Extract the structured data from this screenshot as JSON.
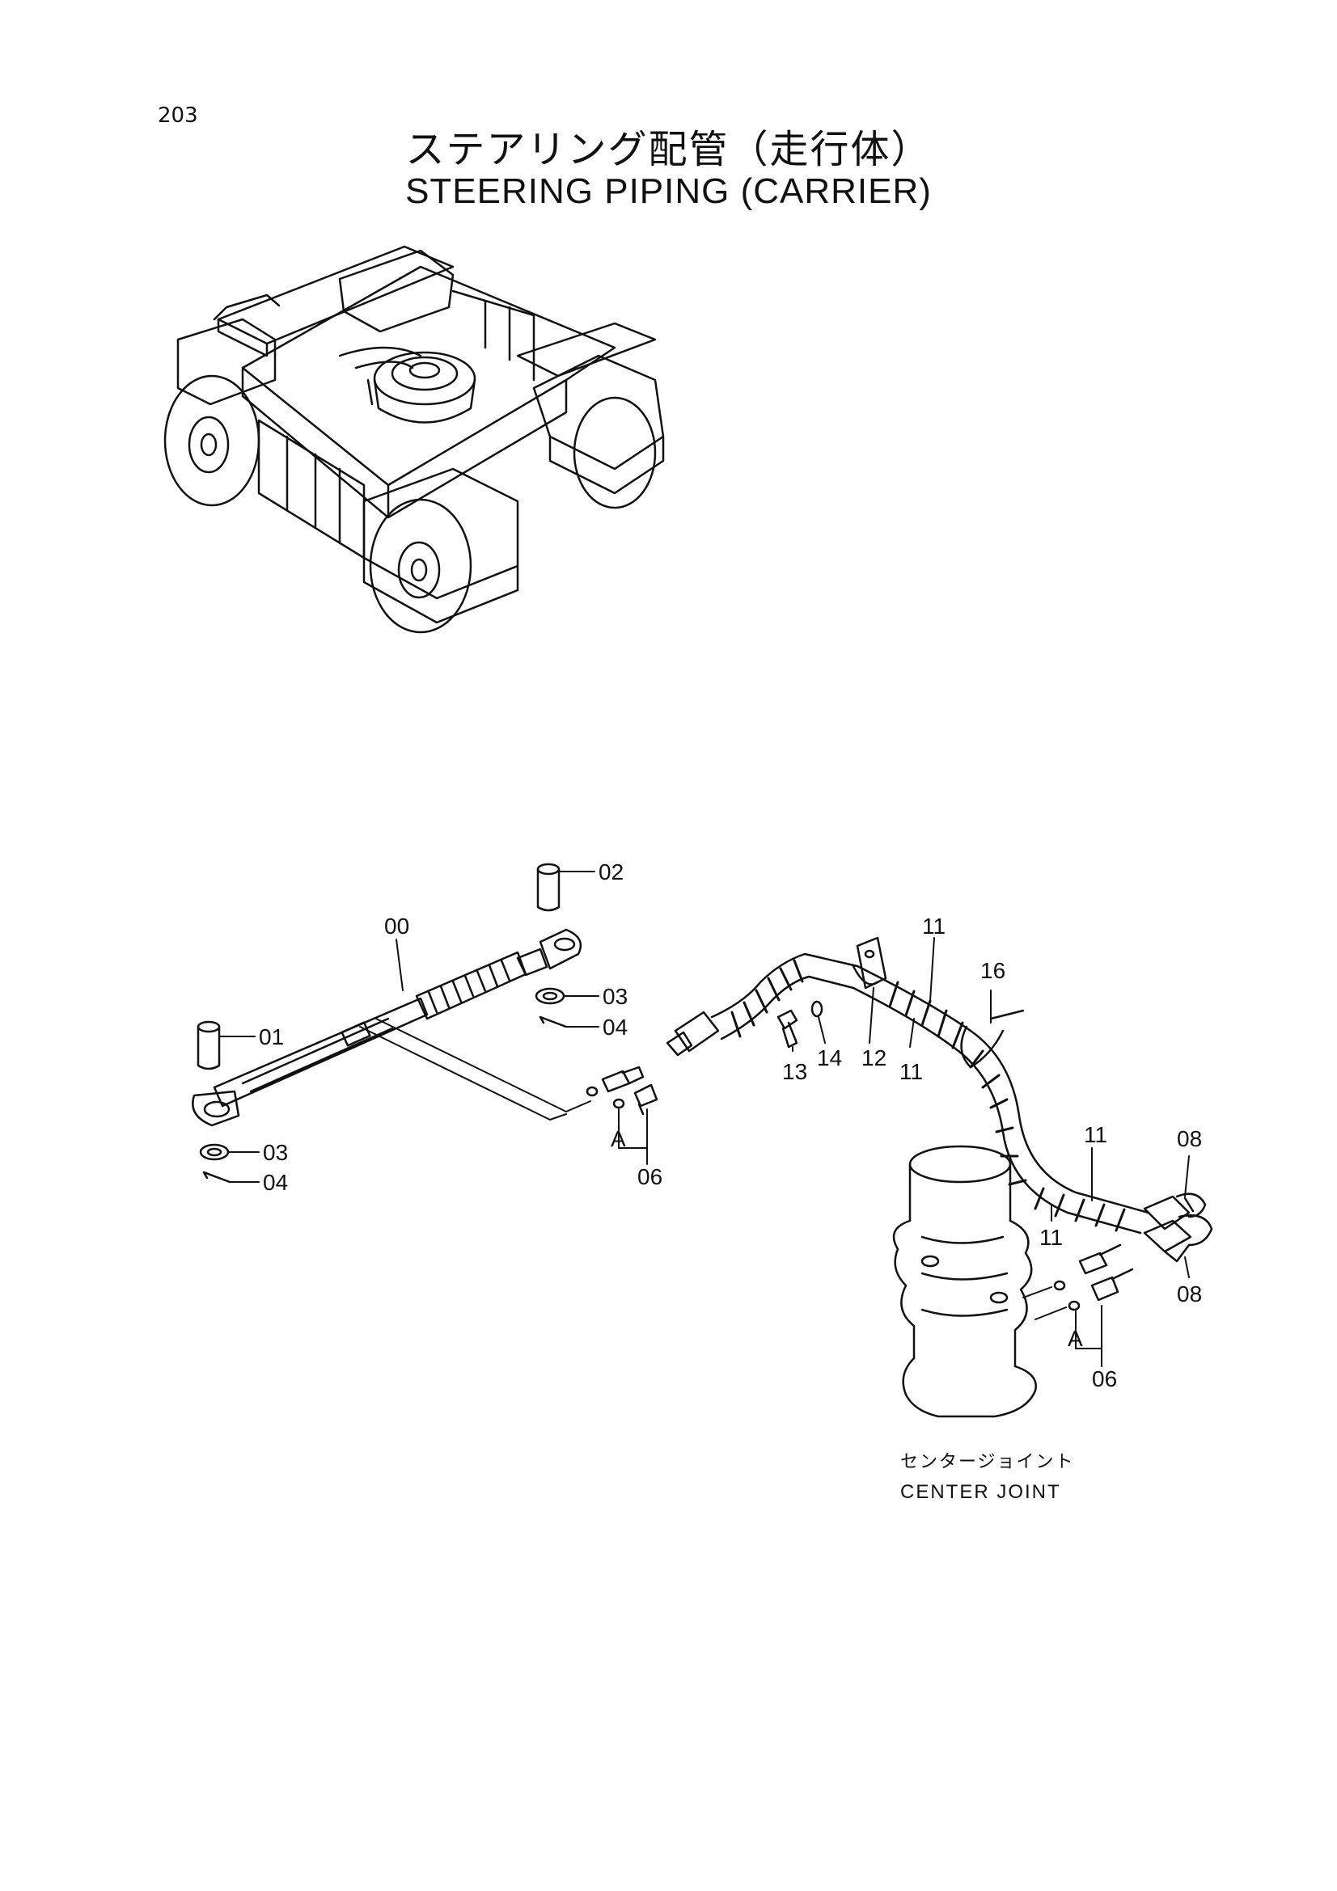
{
  "page_number": "203",
  "title_jp": "ステアリング配管（走行体）",
  "title_en": "STEERING PIPING (CARRIER)",
  "callouts": {
    "c00": "00",
    "c01": "01",
    "c02": "02",
    "c03a": "03",
    "c04a": "04",
    "c03b": "03",
    "c04b": "04",
    "c06a": "06",
    "c06b": "06",
    "cAa": "A",
    "cAb": "A",
    "c08a": "08",
    "c08b": "08",
    "c11a": "11",
    "c11b": "11",
    "c11c": "11",
    "c11d": "11",
    "c12": "12",
    "c13": "13",
    "c14": "14",
    "c16": "16"
  },
  "center_joint": {
    "label_jp": "センタージョイント",
    "label_en": "CENTER JOINT"
  }
}
